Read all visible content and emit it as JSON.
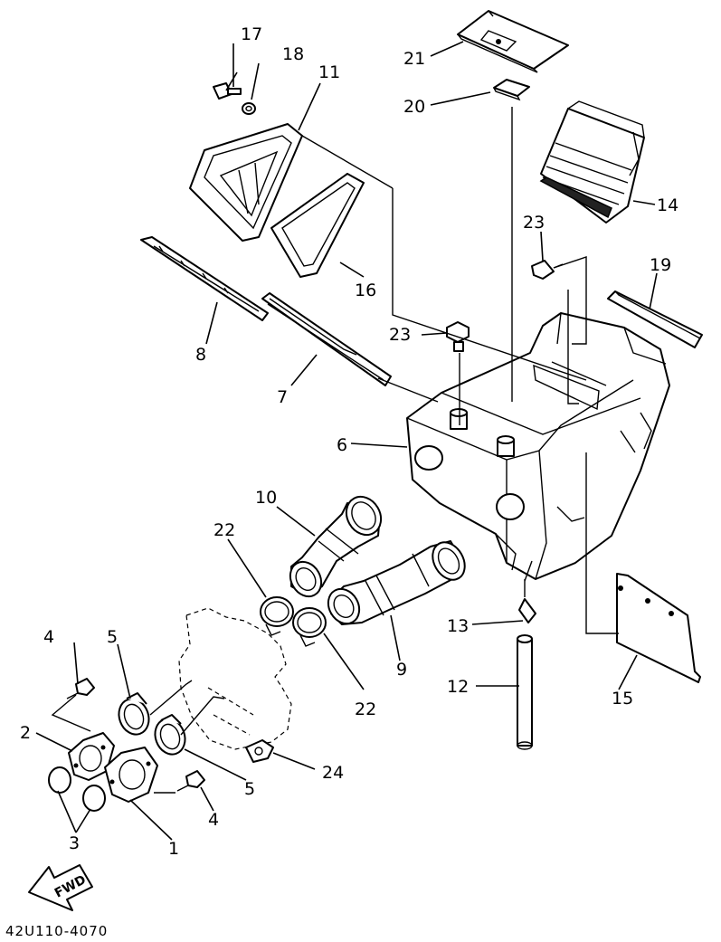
{
  "diagram": {
    "code": "42U110-4070",
    "direction_badge": "FWD",
    "callouts": [
      {
        "id": "c1",
        "label": "1"
      },
      {
        "id": "c2",
        "label": "2"
      },
      {
        "id": "c3",
        "label": "3"
      },
      {
        "id": "c4a",
        "label": "4"
      },
      {
        "id": "c4b",
        "label": "4"
      },
      {
        "id": "c5a",
        "label": "5"
      },
      {
        "id": "c5b",
        "label": "5"
      },
      {
        "id": "c6",
        "label": "6"
      },
      {
        "id": "c7",
        "label": "7"
      },
      {
        "id": "c8",
        "label": "8"
      },
      {
        "id": "c9",
        "label": "9"
      },
      {
        "id": "c10",
        "label": "10"
      },
      {
        "id": "c11",
        "label": "11"
      },
      {
        "id": "c12",
        "label": "12"
      },
      {
        "id": "c13",
        "label": "13"
      },
      {
        "id": "c14",
        "label": "14"
      },
      {
        "id": "c15",
        "label": "15"
      },
      {
        "id": "c16",
        "label": "16"
      },
      {
        "id": "c17",
        "label": "17"
      },
      {
        "id": "c18",
        "label": "18"
      },
      {
        "id": "c19",
        "label": "19"
      },
      {
        "id": "c20",
        "label": "20"
      },
      {
        "id": "c21",
        "label": "21"
      },
      {
        "id": "c22a",
        "label": "22"
      },
      {
        "id": "c22b",
        "label": "22"
      },
      {
        "id": "c23a",
        "label": "23"
      },
      {
        "id": "c23b",
        "label": "23"
      },
      {
        "id": "c24",
        "label": "24"
      }
    ]
  }
}
